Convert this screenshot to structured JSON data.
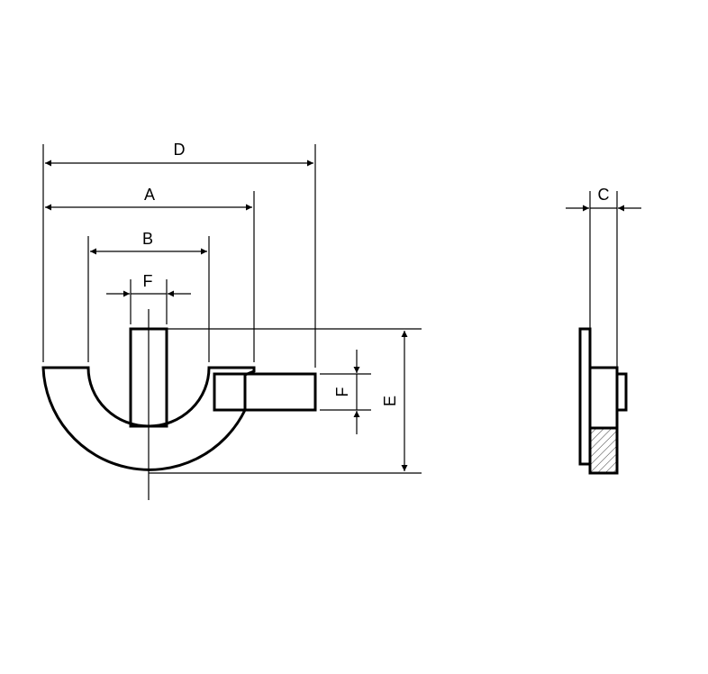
{
  "labels": {
    "d": "D",
    "a": "A",
    "b": "B",
    "f_top": "F",
    "f_side": "F",
    "e": "E",
    "c": "C"
  }
}
